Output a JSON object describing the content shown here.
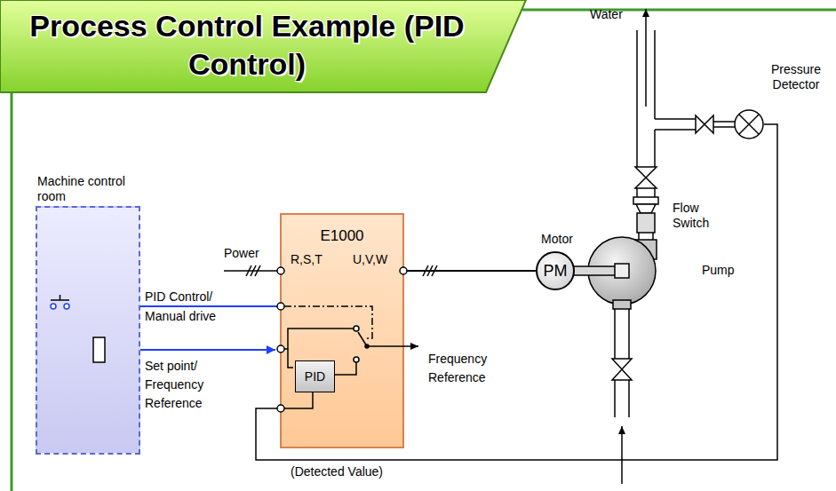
{
  "diagram": {
    "title": "Process Control Example (PID Control)",
    "nodes": [
      {
        "text": [
          "Machine control room"
        ]
      },
      {
        "text": [
          "E1000"
        ]
      },
      {
        "text": [
          "PID"
        ],
        "in": 1
      },
      {
        "text": [
          "Motor",
          "PM"
        ]
      }
    ],
    "edges": [
      {
        "from": 0,
        "to": 1,
        "arrow": "none"
      },
      {
        "from": 0,
        "to": 1,
        "arrow": "both"
      },
      {
        "from": 1,
        "to": 3,
        "arrow": "none"
      }
    ],
    "labels": [
      "Water",
      "Pressure Detector",
      "Flow Switch",
      "Pump",
      "Power",
      "R,S,T",
      "U,V,W",
      "PID Control/ Manual drive",
      "Set point/ Frequency Reference",
      "Frequency Reference",
      "(Detected Value)"
    ]
  }
}
